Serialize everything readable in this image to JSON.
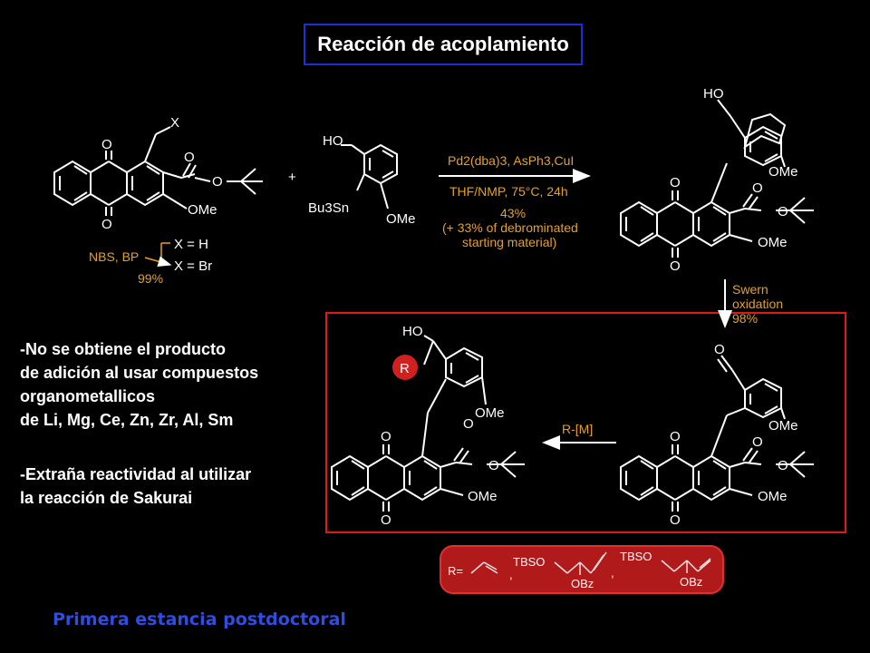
{
  "title": "Reacción de acoplamiento",
  "notes": [
    {
      "lines": [
        "-No se obtiene el producto",
        "de adición al usar compuestos",
        "organometallicos",
        "de Li, Mg, Ce, Zn, Zr, Al, Sm"
      ]
    },
    {
      "lines": [
        "-Extraña reactividad al utilizar",
        "la reacción de Sakurai"
      ]
    }
  ],
  "footer": "Primera estancia postdoctoral",
  "reaction": {
    "reagents_line1": "Pd2(dba)3, AsPh3,CuI",
    "reagents_line2": "THF/NMP, 75°C, 24h",
    "yield": "43%",
    "side_note_1": "(+ 33% of debrominated",
    "side_note_2": "starting material)",
    "nbs_label": "NBS, BP",
    "x_h": "X = H",
    "x_br": "X = Br",
    "nbs_yield": "99%",
    "swern_1": "Swern",
    "swern_2": "oxidation",
    "swern_yield": "98%",
    "organometal": "R-[M]",
    "r_equals": "R="
  },
  "atom_labels": {
    "O": "O",
    "OMe": "OMe",
    "HO": "HO",
    "X": "X",
    "Bu3Sn": "Bu3Sn",
    "R": "R",
    "TBSO": "TBSO",
    "OBz": "OBz",
    "plus": "+",
    "comma": ","
  },
  "colors": {
    "background": "#000000",
    "title_border": "#1a2fd8",
    "red_box": "#e01818",
    "reagent_text": "#e8a020",
    "footer_text": "#2f4de0",
    "r_badge": "#c82020"
  }
}
